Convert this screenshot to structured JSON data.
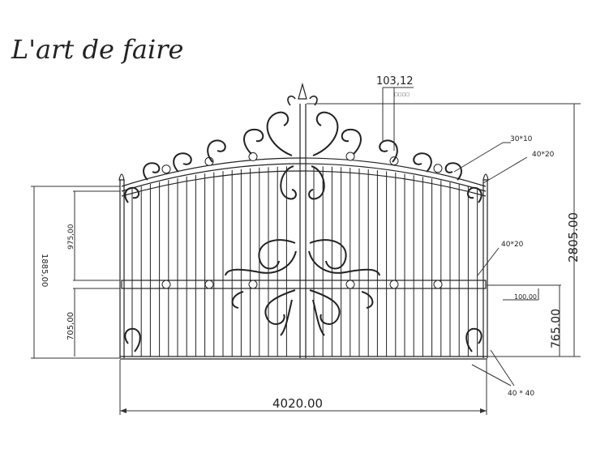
{
  "brand": "L'art de faire",
  "dimensions": {
    "post_offset": "103,12",
    "arch_bar": "30*10",
    "top_rail": "40*20",
    "mid_rail": "40*20",
    "total_height": "2805.00",
    "left_height": "1885,00",
    "upper_panel": "975,00",
    "lower_panel": "705,00",
    "mid_rail_gap": "100,00",
    "lower_height": "765.00",
    "width": "4020.00",
    "post_section": "40 * 40"
  }
}
